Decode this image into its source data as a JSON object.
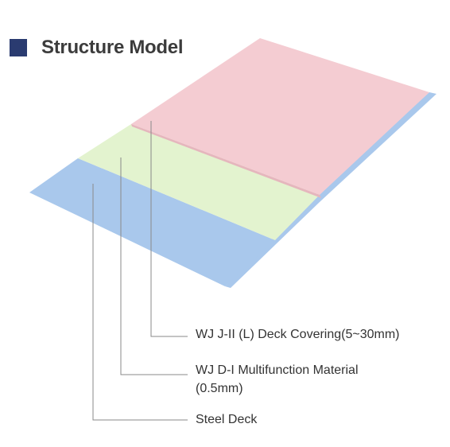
{
  "header": {
    "title": "Structure Model",
    "marker_color": "#2a3b70"
  },
  "layers": [
    {
      "name": "top-covering",
      "color": "#f4ccd2"
    },
    {
      "name": "middle-material",
      "color": "#e3f3cf"
    },
    {
      "name": "base-deck",
      "color": "#a9c8ec"
    }
  ],
  "labels": {
    "covering": "WJ J-II (L) Deck Covering(5~30mm)",
    "material_line1": "WJ D-I Multifunction Material",
    "material_line2": "(0.5mm)",
    "steel": "Steel Deck"
  },
  "leader_color": "#8a8a8a"
}
